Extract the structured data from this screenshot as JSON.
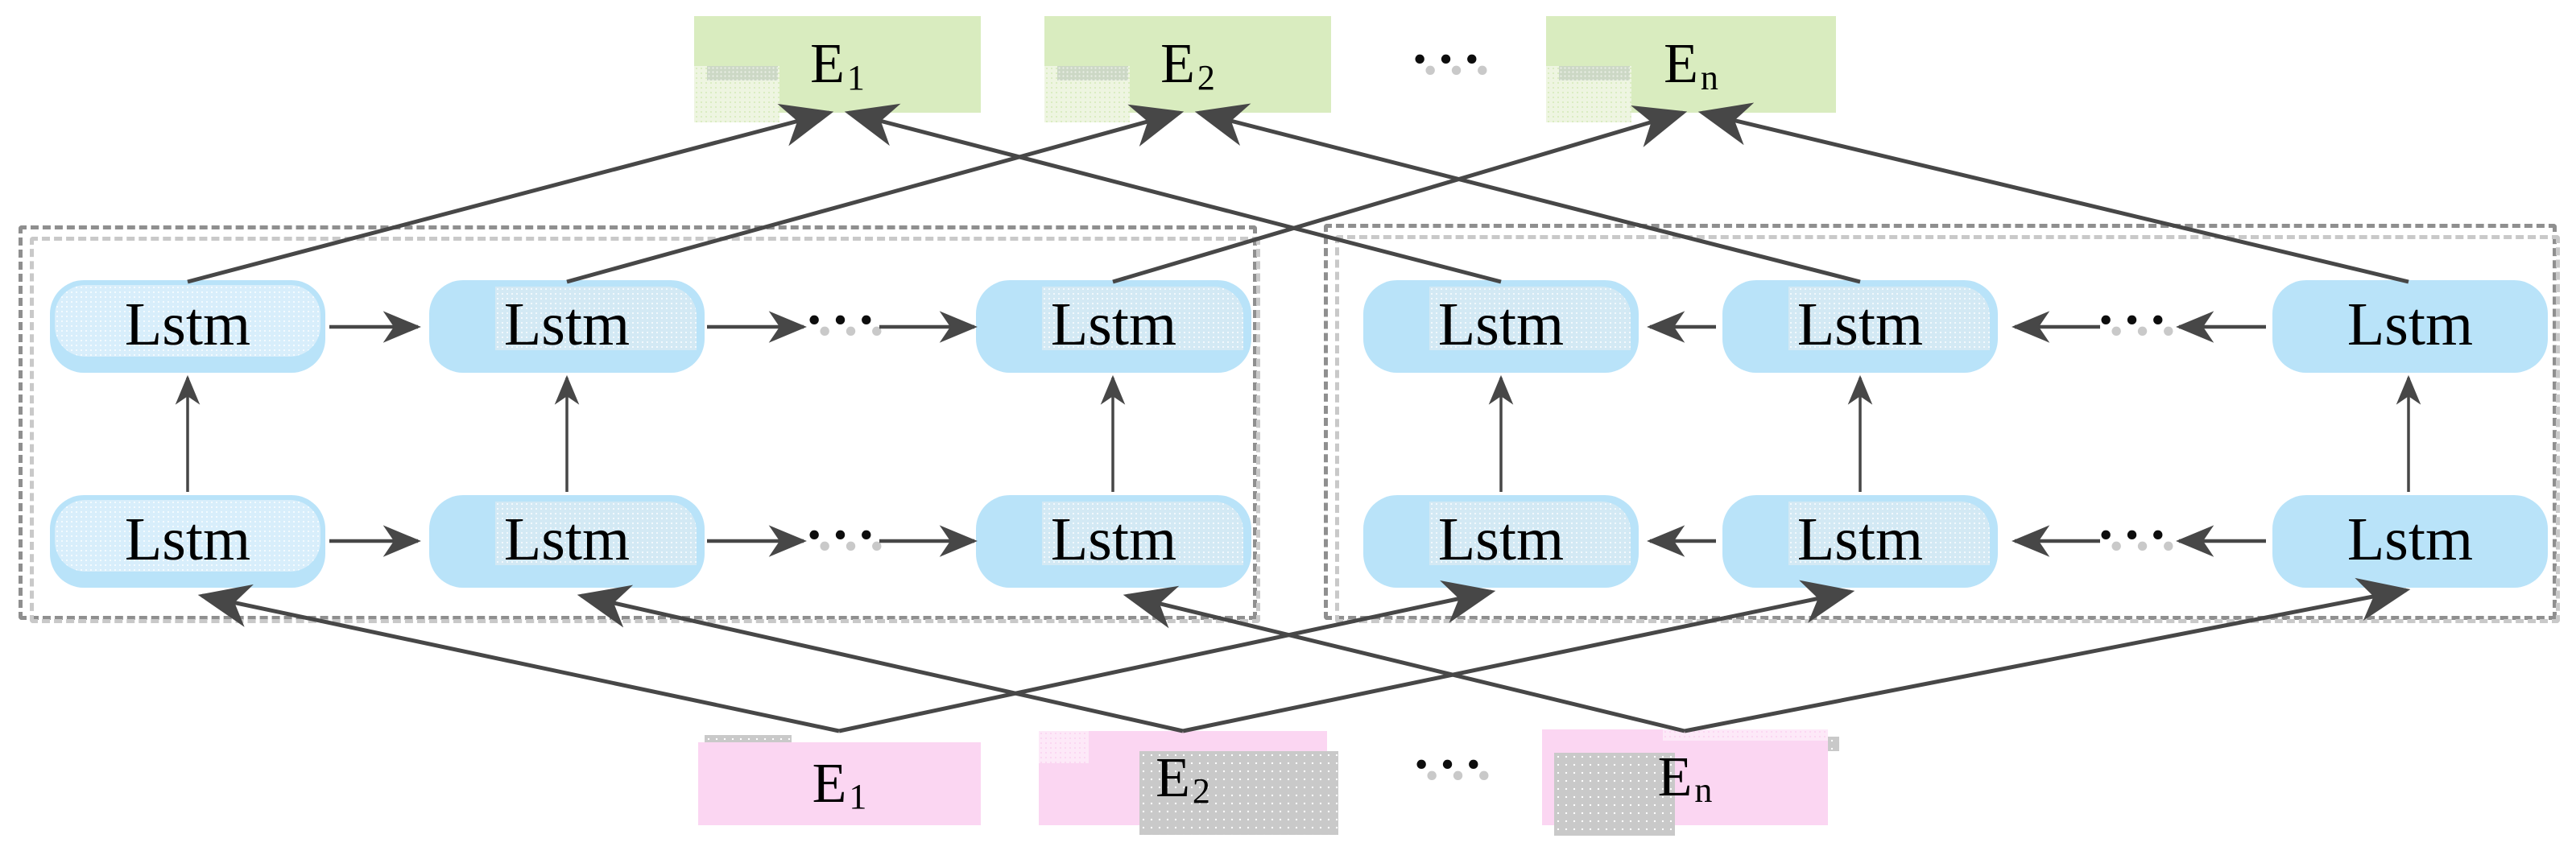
{
  "labels": {
    "lstm_cell": "Lstm",
    "ellipsis": "···"
  },
  "output_layer": {
    "items": [
      {
        "base": "E",
        "sub": "1"
      },
      {
        "base": "E",
        "sub": "2"
      },
      {
        "base": "E",
        "sub": "n"
      }
    ]
  },
  "input_layer": {
    "items": [
      {
        "base": "E",
        "sub": "1"
      },
      {
        "base": "E",
        "sub": "2"
      },
      {
        "base": "E",
        "sub": "n"
      }
    ]
  },
  "blocks": {
    "forward": {
      "rows": 2,
      "cells_per_row": 3,
      "direction": "left-to-right"
    },
    "backward": {
      "rows": 2,
      "cells_per_row": 3,
      "direction": "right-to-left"
    }
  },
  "colors": {
    "lstm_fill": "#b9e3f9",
    "lstm_fill_light": "#d8eefb",
    "output_box_fill": "#d9ecbf",
    "input_box_fill": "#fbd6f2",
    "shadow_gray": "#c9c9c9",
    "dash_border": "#8f8f8f",
    "dash_border_shadow": "#c9c9c9",
    "arrow": "#474747",
    "text": "#000000"
  }
}
